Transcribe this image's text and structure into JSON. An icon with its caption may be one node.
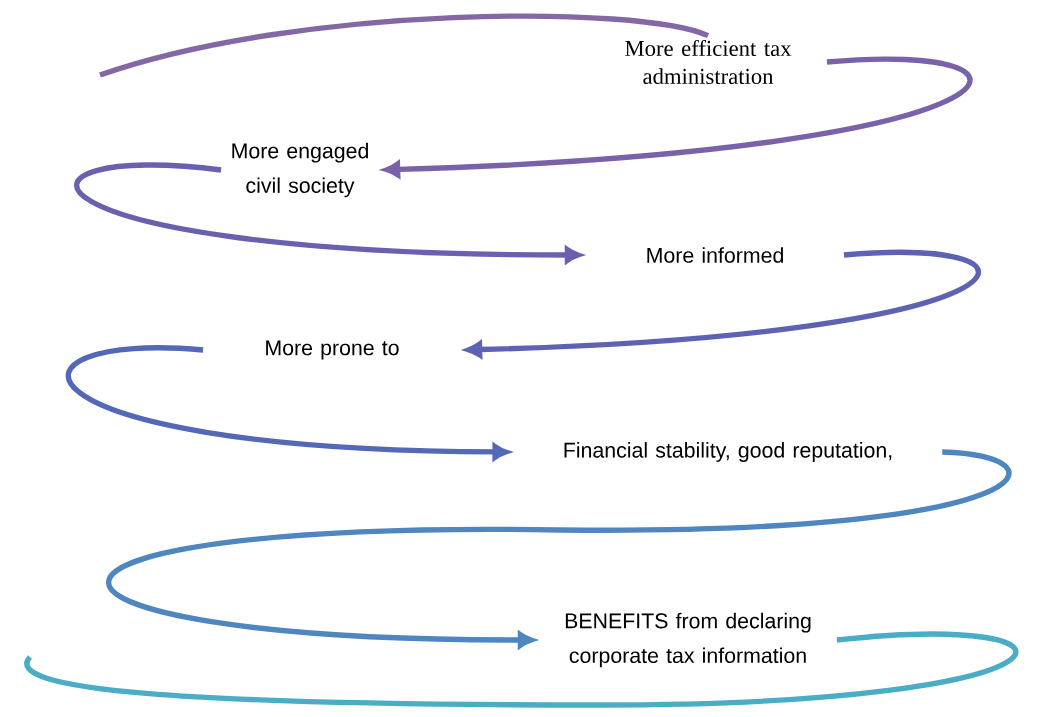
{
  "diagram": {
    "nodes": [
      {
        "text": [
          "More efficient tax administration"
        ]
      },
      {
        "text": [
          "More engaged civil society"
        ]
      },
      {
        "text": [
          "More informed"
        ]
      },
      {
        "text": [
          "More prone to"
        ]
      },
      {
        "text": [
          "Financial stability, good reputation,"
        ]
      },
      {
        "text": [
          "BENEFITS from declaring corporate tax information"
        ]
      }
    ],
    "edges": [
      {
        "from": null,
        "to": 0,
        "arrow": "none",
        "color": "#8468a6"
      },
      {
        "from": 0,
        "to": 1,
        "arrow": "to",
        "color": "#7a62aa"
      },
      {
        "from": 1,
        "to": 2,
        "arrow": "to",
        "color": "#6a60b0"
      },
      {
        "from": 2,
        "to": 3,
        "arrow": "to",
        "color": "#5e62b4"
      },
      {
        "from": 3,
        "to": 4,
        "arrow": "to",
        "color": "#5468b8"
      },
      {
        "from": 4,
        "to": 5,
        "arrow": "to",
        "color": "#4f86c0"
      },
      {
        "from": 5,
        "to": null,
        "arrow": "none",
        "color": "#4bacc6"
      }
    ]
  }
}
